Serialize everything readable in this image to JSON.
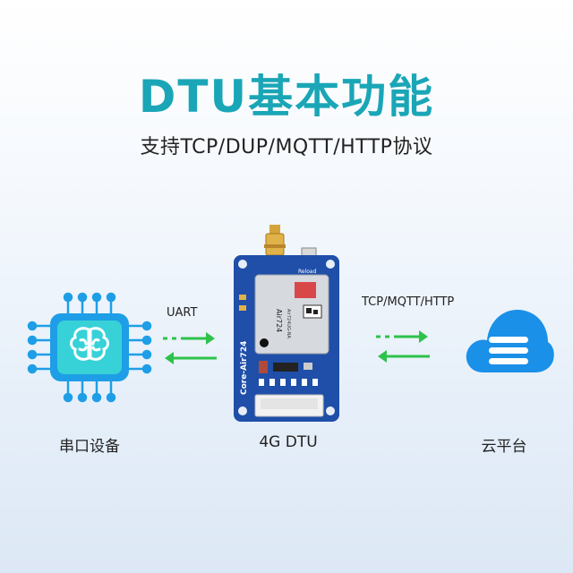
{
  "page": {
    "title": "DTU基本功能",
    "subtitle": "支持TCP/DUP/MQTT/HTTP协议"
  },
  "diagram": {
    "left_protocol": "UART",
    "right_protocol": "TCP/MQTT/HTTP",
    "nodes": {
      "serial": "串口设备",
      "dtu": "4G DTU",
      "cloud": "云平台"
    },
    "board": {
      "side_label": "Core-Air724",
      "module_name": "Air724",
      "module_sub": "Air724UG-NA",
      "reload_label": "Reload"
    }
  },
  "colors": {
    "title": "#1aa6b6",
    "chip_blue": "#1e9ee6",
    "chip_cyan": "#37d2d8",
    "arrow_green": "#2ec24a",
    "cloud_blue": "#1a90e8",
    "board_blue": "#1f4fa8"
  }
}
